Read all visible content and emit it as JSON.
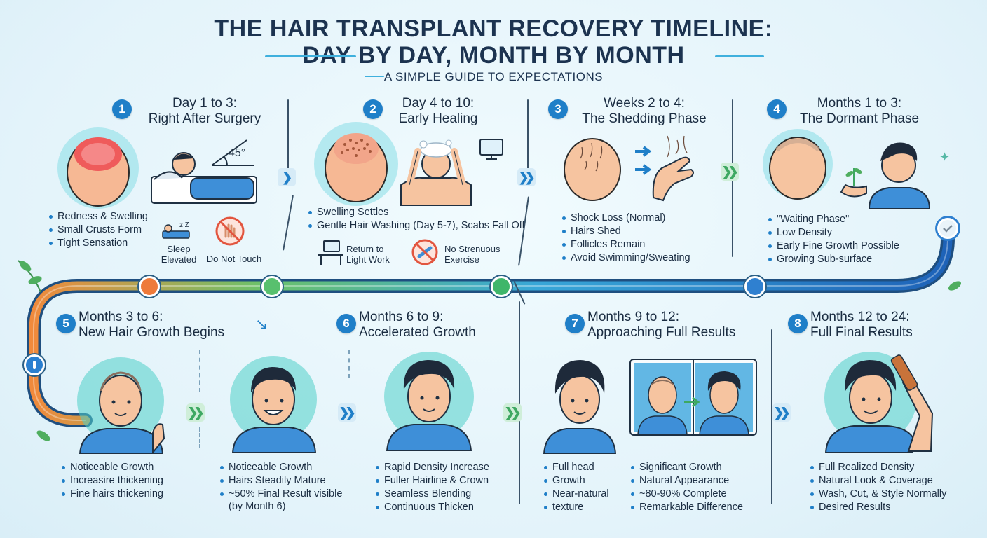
{
  "header": {
    "title_line1": "THE HAIR TRANSPLANT RECOVERY TIMELINE:",
    "title_line2": "DAY BY DAY, MONTH BY MONTH",
    "subtitle": "A SIMPLE GUIDE TO EXPECTATIONS"
  },
  "stages": [
    {
      "num": "1",
      "title1": "Day 1 to 3:",
      "title2": "Right After Surgery",
      "bullets": [
        "Redness & Swelling",
        "Small Crusts Form",
        "Tight Sensation"
      ],
      "angle_label": "45°",
      "icons": [
        {
          "label1": "Sleep",
          "label2": "Elevated",
          "icon": "sleep-icon"
        },
        {
          "label1": "Do Not Touch",
          "label2": "",
          "icon": "no-touch-icon"
        }
      ]
    },
    {
      "num": "2",
      "title1": "Day 4 to 10:",
      "title2": "Early Healing",
      "bullets": [
        "Swelling Settles",
        "Gentle Hair Washing (Day 5-7), Scabs Fall Off"
      ],
      "icons": [
        {
          "label1": "Return to",
          "label2": "Light Work",
          "icon": "desk-icon"
        },
        {
          "label1": "No Strenuous",
          "label2": "Exercise",
          "icon": "no-exercise-icon"
        }
      ]
    },
    {
      "num": "3",
      "title1": "Weeks 2 to 4:",
      "title2": "The Shedding Phase",
      "bullets": [
        "Shock Loss (Normal)",
        "Hairs Shed",
        "Follicles Remain",
        "Avoid Swimming/Sweating"
      ]
    },
    {
      "num": "4",
      "title1": "Months 1 to 3:",
      "title2": "The Dormant Phase",
      "bullets": [
        "\"Waiting Phase\"",
        "Low Density",
        "Early Fine Growth Possible",
        "Growing Sub-surface"
      ]
    },
    {
      "num": "5",
      "title1": "Months 3 to 6:",
      "title2": "New Hair Growth Begins",
      "bullets": [
        "Noticeable Growth",
        "Increasire thickening",
        "Fine hairs thickening"
      ],
      "bullets_b": [
        "Noticeable Growth",
        "Hairs Steadily Mature",
        "~50% Final Result visible",
        "(by Month 6)"
      ]
    },
    {
      "num": "6",
      "title1": "Months 6 to 9:",
      "title2": "Accelerated Growth",
      "bullets": [
        "Rapid Density Increase",
        "Fuller Hairline & Crown",
        "Seamless Blending",
        "Continuous Thicken"
      ]
    },
    {
      "num": "7",
      "title1": "Months 9 to 12:",
      "title2": "Approaching Full Results",
      "bullets": [
        "Full head",
        "Growth",
        "Near-natural",
        "texture"
      ],
      "bullets_b": [
        "Significant Growth",
        "Natural Appearance",
        "~80-90% Complete",
        "Remarkable Difference"
      ]
    },
    {
      "num": "8",
      "title1": "Months 12 to 24:",
      "title2": "Full Final Results",
      "bullets": [
        "Full Realized Density",
        "Natural Look & Coverage",
        "Wash, Cut, & Style Normally",
        "Desired Results"
      ]
    }
  ],
  "colors": {
    "accent": "#1f7fc8",
    "title": "#1c3350",
    "green": "#3ea862",
    "orange": "#ee7a3a"
  }
}
